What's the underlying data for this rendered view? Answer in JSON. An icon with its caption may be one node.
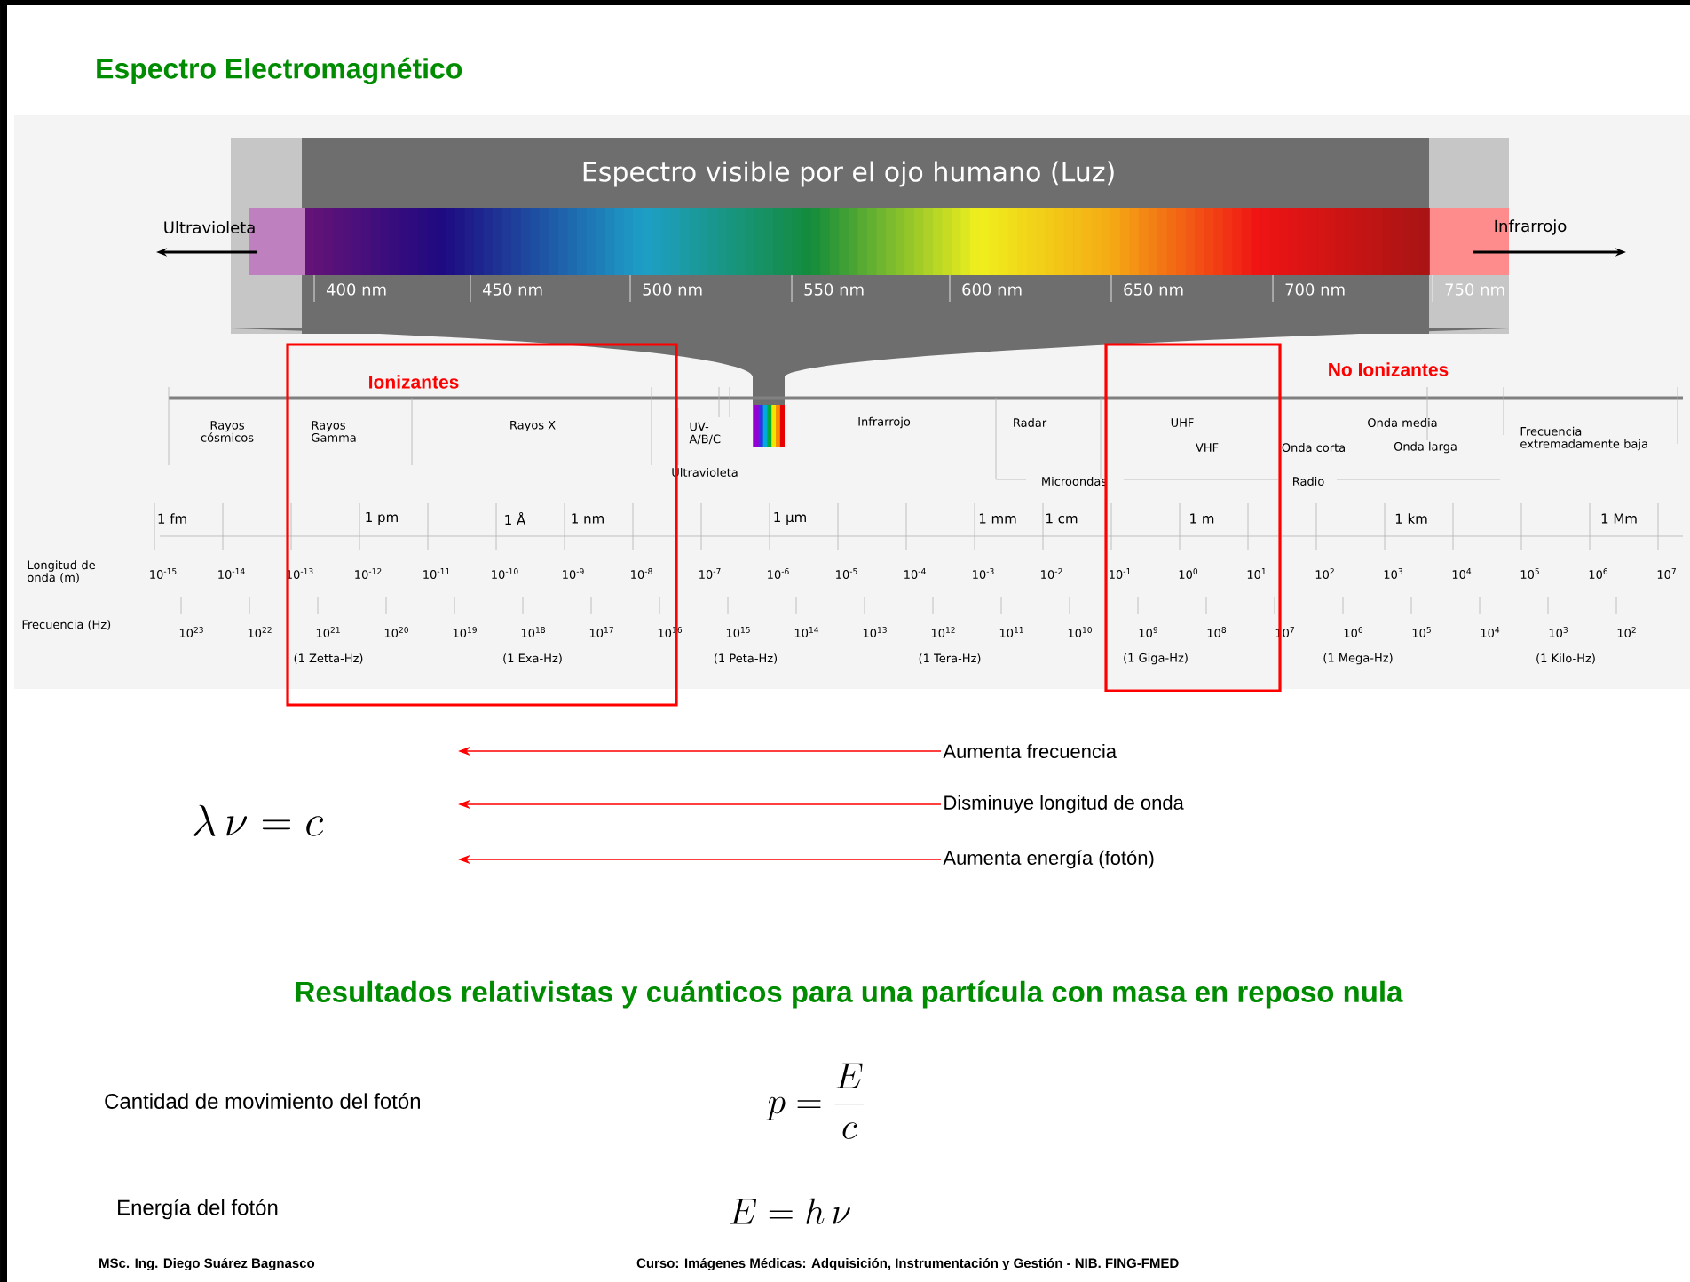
{
  "diagram": {
    "title": "Espectro Electromagnético",
    "nodes": [
      {
        "text": [
          "Ionizantes"
        ]
      },
      {
        "text": [
          "No Ionizantes"
        ]
      },
      {
        "text": [
          "Aumenta frecuencia"
        ]
      },
      {
        "text": [
          "Disminuye longitud de onda"
        ]
      },
      {
        "text": [
          "Aumenta energía (fotón)"
        ]
      }
    ],
    "edges": [
      {
        "from": 2,
        "to": null,
        "arrow": "to"
      },
      {
        "from": 3,
        "to": null,
        "arrow": "to"
      },
      {
        "from": 4,
        "to": null,
        "arrow": "to"
      }
    ],
    "labels": [
      "Espectro visible por el ojo humano (Luz)",
      "Ultravioleta",
      "Infrarrojo",
      "400 nm",
      "450 nm",
      "500 nm",
      "550 nm",
      "600 nm",
      "650 nm",
      "700 nm",
      "750 nm",
      "Rayos cósmicos",
      "Rayos Gamma",
      "Rayos X",
      "UV-A/B/C",
      "Ultravioleta",
      "Infrarrojo",
      "Radar",
      "Microondas",
      "UHF",
      "VHF",
      "Onda corta",
      "Onda media",
      "Onda larga",
      "Radio",
      "Frecuencia extremadamente baja",
      "1 fm",
      "1 pm",
      "1 Å",
      "1 nm",
      "1 µm",
      "1 mm",
      "1 cm",
      "1 m",
      "1 km",
      "1 Mm",
      "Longitud de onda (m)",
      "10$^{-15}$",
      "10$^{-14}$",
      "10$^{-13}$",
      "10$^{-12}$",
      "10$^{-11}$",
      "10$^{-10}$",
      "10$^{-9}$",
      "10$^{-8}$",
      "10$^{-7}$",
      "10$^{-6}$",
      "10$^{-5}$",
      "10$^{-4}$",
      "10$^{-3}$",
      "10$^{-2}$",
      "10$^{-1}$",
      "10$^{0}$",
      "10$^{1}$",
      "10$^{2}$",
      "10$^{3}$",
      "10$^{4}$",
      "10$^{5}$",
      "10$^{6}$",
      "10$^{7}$",
      "Frecuencia (Hz)",
      "10$^{23}$",
      "10$^{22}$",
      "10$^{21}$",
      "10$^{20}$",
      "10$^{19}$",
      "10$^{18}$",
      "10$^{17}$",
      "10$^{16}$",
      "10$^{15}$",
      "10$^{14}$",
      "10$^{13}$",
      "10$^{12}$",
      "10$^{11}$",
      "10$^{10}$",
      "10$^{9}$",
      "10$^{8}$",
      "10$^{7}$",
      "10$^{6}$",
      "10$^{5}$",
      "10$^{4}$",
      "10$^{3}$",
      "10$^{2}$",
      "(1 Zetta-Hz)",
      "(1 Exa-Hz)",
      "(1 Peta-Hz)",
      "(1 Tera-Hz)",
      "(1 Giga-Hz)",
      "(1 Mega-Hz)",
      "(1 Kilo-Hz)",
      "\\lambda\\,\\nu = c",
      "Resultados relativistas y cuánticos para una partícula con masa en reposo nula",
      "Cantidad de movimiento del fotón",
      "p = \\frac{E}{c}",
      "Energía del fotón",
      "E = h\\,\\nu",
      "MSc. Ing. Diego Suárez Bagnasco",
      "Curso: Imágenes Médicas: Adquisición, Instrumentación y Gestión - NIB. FING-FMED"
    ]
  }
}
